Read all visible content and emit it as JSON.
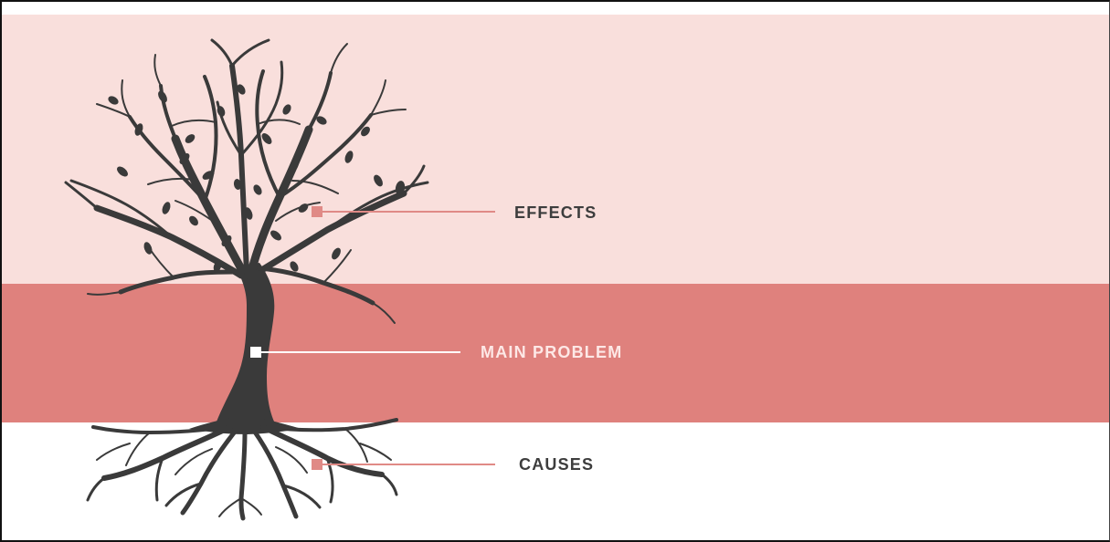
{
  "colors": {
    "effects_band": "#f9dfdc",
    "problem_band": "#df817d",
    "causes_band": "#ffffff",
    "tree": "#3a3a3a",
    "effects_marker": "#e08a86",
    "problem_marker": "#ffffff",
    "causes_marker": "#e08a86",
    "label_dark": "#3d3d3d",
    "label_light": "#fde8e6"
  },
  "labels": {
    "effects": "EFFECTS",
    "main_problem": "MAIN PROBLEM",
    "causes": "CAUSES"
  },
  "icons": {
    "tree": "tree-with-roots-icon"
  }
}
